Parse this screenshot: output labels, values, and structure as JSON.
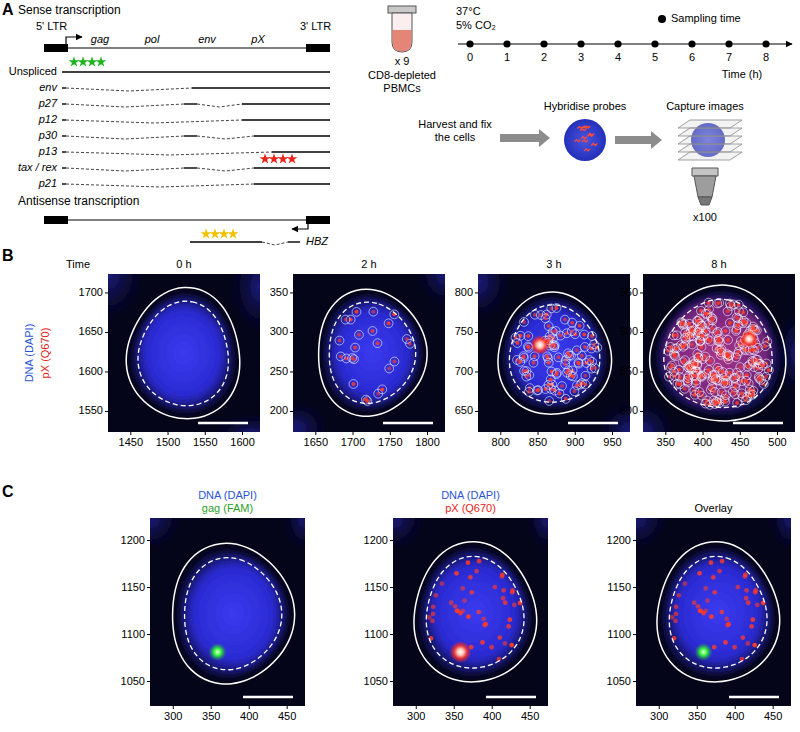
{
  "diagram": {
    "nodes": [
      {
        "text": [
          "0 h"
        ]
      },
      {
        "text": [
          "2 h"
        ]
      },
      {
        "text": [
          "3 h"
        ]
      },
      {
        "text": [
          "8 h"
        ]
      },
      {
        "text": [
          "DNA (DAPI)",
          "gag (FAM)"
        ]
      },
      {
        "text": [
          "DNA (DAPI)",
          "pX (Q670)"
        ]
      },
      {
        "text": [
          "Overlay"
        ]
      }
    ],
    "labels": [
      "A",
      "Sense transcription",
      "5' LTR",
      "gag",
      "pol",
      "env",
      "pX",
      "3' LTR",
      "Unspliced",
      "env",
      "p27",
      "p12",
      "p30",
      "p13",
      "tax / rex",
      "p21",
      "Antisense transcription",
      "HBZ",
      "37°C",
      "5% CO₂",
      "x 9",
      "CD8-depleted PBMCs",
      "0",
      "1",
      "2",
      "3",
      "4",
      "5",
      "6",
      "7",
      "8",
      "Time (h)",
      "Harvest and fix the cells",
      "Hybridise probes",
      "Capture images",
      "x100",
      "B",
      "Time",
      "DNA (DAPI)",
      "pX (Q670)",
      "1700",
      "1650",
      "1600",
      "1550",
      "1450",
      "1500",
      "1550",
      "1600",
      "350",
      "300",
      "250",
      "200",
      "1650",
      "1700",
      "1750",
      "1800",
      "800",
      "750",
      "700",
      "650",
      "800",
      "850",
      "900",
      "950",
      "950",
      "900",
      "850",
      "800",
      "350",
      "400",
      "450",
      "500",
      "C",
      "1200",
      "1150",
      "1100",
      "1050",
      "300",
      "350",
      "400",
      "450",
      "1200",
      "1150",
      "1100",
      "1050",
      "300",
      "350",
      "400",
      "450",
      "1200",
      "1150",
      "1100",
      "1050",
      "300",
      "350",
      "400",
      "450"
    ],
    "legend": [
      {
        "text": "Sampling time"
      }
    ]
  }
}
